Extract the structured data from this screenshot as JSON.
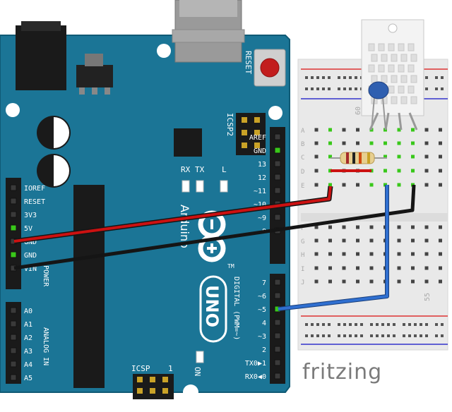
{
  "brand": "fritzing",
  "board": {
    "model": "UNO",
    "maker": "Arduino",
    "tm": "TM",
    "reset_label": "RESET",
    "icsp2_label": "ICSP2",
    "icsp_label": "ICSP",
    "icsp_number": "1",
    "on_label": "ON",
    "tx_label": "TX",
    "rx_label": "RX",
    "l_label": "L",
    "power_label": "POWER",
    "analog_label": "ANALOG IN",
    "digital_label": "DIGITAL (PWM=~)",
    "power_pins": [
      "IOREF",
      "RESET",
      "3V3",
      "5V",
      "GND",
      "GND",
      "VIN"
    ],
    "analog_pins": [
      "A0",
      "A1",
      "A2",
      "A3",
      "A4",
      "A5"
    ],
    "digital_top": [
      "AREF",
      "GND",
      "13",
      "12",
      "~11",
      "~10",
      "~9",
      "8"
    ],
    "digital_bottom": [
      "7",
      "~6",
      "~5",
      "4",
      "~3",
      "2",
      "TX0▶1",
      "RX0◀0"
    ]
  },
  "breadboard": {
    "rows": [
      "A",
      "B",
      "C",
      "D",
      "E",
      "F",
      "G",
      "H",
      "I",
      "J"
    ],
    "col_labels": [
      "60",
      "55"
    ]
  },
  "colors": {
    "board": "#1b7596",
    "board_edge": "#0f5a75",
    "silk": "#ffffff",
    "wire_red": "#cc1111",
    "wire_black": "#151515",
    "wire_blue": "#2f6fd0",
    "led_green": "#39c81a",
    "sensor": "#f2f2f2"
  },
  "wires": [
    {
      "name": "red-wire",
      "from": "5V",
      "to": "breadboard-row-e"
    },
    {
      "name": "black-wire",
      "from": "GND",
      "to": "breadboard-row-e"
    },
    {
      "name": "blue-wire",
      "from": "~5",
      "to": "breadboard-row-e"
    }
  ]
}
